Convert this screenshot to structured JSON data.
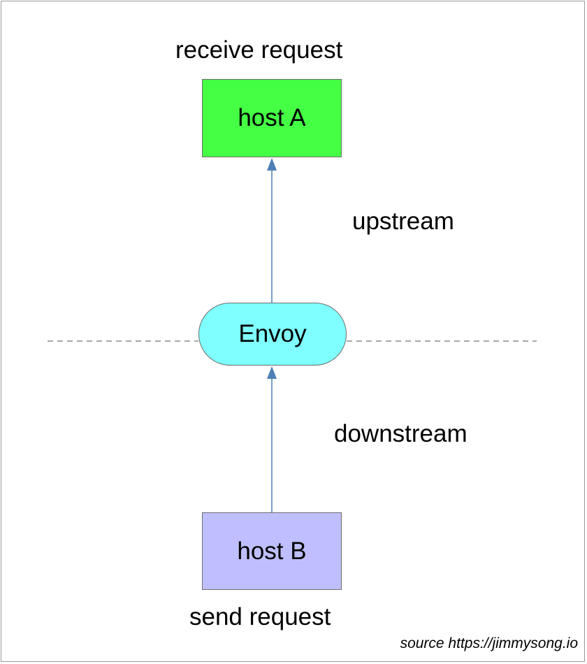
{
  "diagram": {
    "nodes": {
      "host_a": {
        "label": "host A",
        "color": "#44ff44"
      },
      "envoy": {
        "label": "Envoy",
        "color": "#7fffff"
      },
      "host_b": {
        "label": "host B",
        "color": "#bfbfff"
      }
    },
    "labels": {
      "receive": "receive request",
      "send": "send request",
      "upstream": "upstream",
      "downstream": "downstream"
    },
    "edges": [
      {
        "from": "host B",
        "to": "Envoy"
      },
      {
        "from": "Envoy",
        "to": "host A"
      }
    ],
    "arrow_color": "#4f7fb5",
    "divider_color": "#8c8c8c",
    "source": "source https://jimmysong.io"
  }
}
